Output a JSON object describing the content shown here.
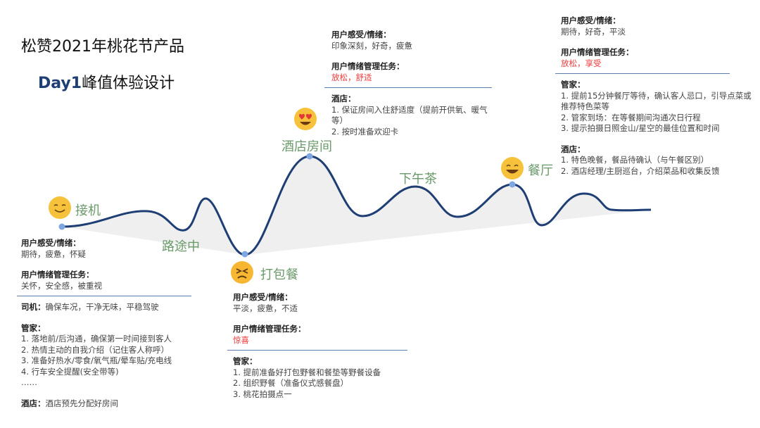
{
  "title": {
    "line1": "松赞2021年桃花节产品",
    "day": "Day1",
    "line2_rest": "峰值体验设计"
  },
  "stages": {
    "pickup": "接机",
    "on_road": "路途中",
    "picnic": "打包餐",
    "room": "酒店房间",
    "tea": "下午茶",
    "dinner": "餐厅"
  },
  "labels": {
    "feeling": "用户感受/情绪：",
    "task": "用户情绪管理任务：",
    "butler": "管家：",
    "hotel": "酒店：",
    "driver": "司机："
  },
  "pickup_block": {
    "feeling": "期待，疲惫，怀疑",
    "task": "关怀，安全感，被重视",
    "driver": "确保车况，干净无味，平稳驾驶",
    "butler": [
      "1. 落地前/后沟通，确保第一时间接到客人",
      "2. 热情主动的自我介绍（记住客人称呼）",
      "3. 准备好热水/零食/氧气瓶/晕车贴/充电线",
      "4. 行车安全提醒(安全带等)",
      "……"
    ],
    "hotel": "酒店预先分配好房间"
  },
  "picnic_block": {
    "feeling": "平淡，疲惫，不适",
    "task": "惊喜",
    "butler": [
      "1. 提前准备好打包野餐和餐垫等野餐设备",
      "2. 组织野餐（准备仪式感餐盘）",
      "3. 桃花拍摄点一"
    ]
  },
  "room_block": {
    "feeling": "印象深刻，好奇，疲惫",
    "task": "放松，舒适",
    "hotel": [
      "1. 保证房间入住舒适度（提前开供氧、暖气等）",
      "2. 按时准备欢迎卡"
    ]
  },
  "dinner_block": {
    "feeling": "期待，好奇，平淡",
    "task": "放松，享受",
    "butler": [
      "1. 提前15分钟餐厅等待，确认客人忌口，引导点菜或推荐特色菜等",
      "2. 管家到场：在等餐期间沟通次日行程",
      "3. 提示拍摄日照金山/星空的最佳位置和时间"
    ],
    "hotel": [
      "1. 特色晚餐，餐品待确认（与午餐区别）",
      "2. 酒店经理/主厨巡台，介绍菜品和收集反馈"
    ]
  },
  "colors": {
    "curve": "#1f3f74",
    "fill": "#efefef",
    "stage": "#6a9a6a",
    "task_red": "#f03a3a",
    "rule": "#5b7fb0"
  }
}
